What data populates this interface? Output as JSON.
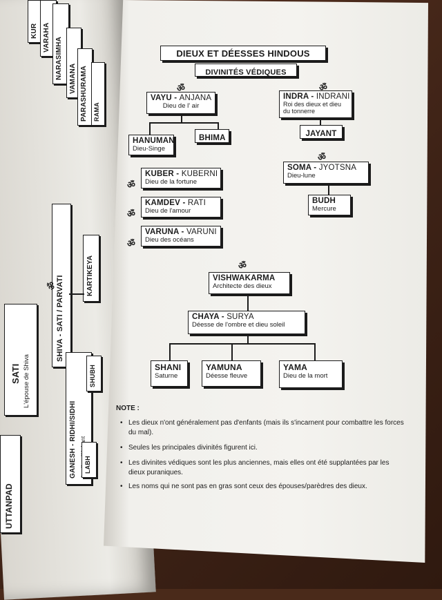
{
  "title": "DIEUX ET DÉESSES HINDOUS",
  "section": "DIVINITÉS VÉDIQUES",
  "om": "ॐ",
  "vayu": {
    "name": "VAYU",
    "consort": "ANJANA",
    "desc": "Dieu de l' air"
  },
  "hanuman": {
    "name": "HANUMAN",
    "desc": "Dieu-Singe"
  },
  "bhima": {
    "name": "BHIMA"
  },
  "indra": {
    "name": "INDRA",
    "consort": "INDRANI",
    "desc": "Roi des dieux et dieu du tonnerre"
  },
  "jayant": {
    "name": "JAYANT"
  },
  "kuber": {
    "name": "KUBER",
    "consort": "KUBERNI",
    "desc": "Dieu de la fortune"
  },
  "kamdev": {
    "name": "KAMDEV",
    "consort": "RATI",
    "desc": "Dieu de l'amour"
  },
  "varuna": {
    "name": "VARUNA",
    "consort": "VARUNI",
    "desc": "Dieu des océans"
  },
  "soma": {
    "name": "SOMA",
    "consort": "JYOTSNA",
    "desc": "Dieu-lune"
  },
  "budh": {
    "name": "BUDH",
    "desc": "Mercure"
  },
  "vishwakarma": {
    "name": "VISHWAKARMA",
    "desc": "Architecte des dieux"
  },
  "chaya": {
    "name": "CHAYA",
    "consort": "SURYA",
    "desc": "Déesse de l'ombre et dieu soleil"
  },
  "shani": {
    "name": "SHANI",
    "desc": "Saturne"
  },
  "yamuna": {
    "name": "YAMUNA",
    "desc": "Déesse fleuve"
  },
  "yama": {
    "name": "YAMA",
    "desc": "Dieu de la mort"
  },
  "note": {
    "title": "NOTE :",
    "items": [
      "Les dieux n'ont généralement pas d'enfants (mais ils s'incarnent pour combattre les forces du mal).",
      "Seules les principales divinités figurent ici.",
      "Les divinites védiques sont les plus anciennes, mais elles ont été supplantées par les dieux puraniques.",
      "Les noms qui ne sont pas en gras sont ceux des épouses/parèdres des dieux."
    ]
  },
  "left_page": {
    "sati": {
      "name": "SATI",
      "desc": "L'épouse de Shiva"
    },
    "shiva": "SHIVA - SATI / PARVATI",
    "kartikeya": "KARTIKEYA",
    "ganesh": "GANESH - RIDHI/SIDHI",
    "ganesh_desc": "Le dieu éléphant",
    "labh": "LABH",
    "shubh": "SHUBH",
    "uttanpad": "UTTANPAD",
    "top_labels": [
      "KUR",
      "VARAHA",
      "NARASIMHA",
      "VAMANA",
      "PARASHURAMA",
      "RAMA"
    ]
  }
}
